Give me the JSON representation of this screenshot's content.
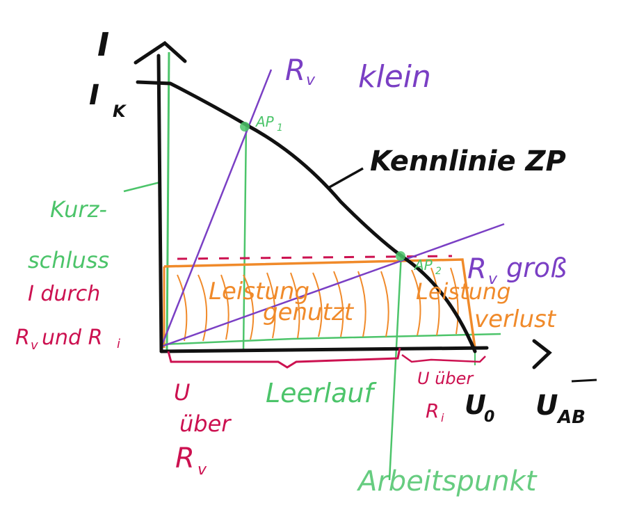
{
  "labels": {
    "y_axis": "I",
    "ik": "I",
    "ik_sub": "K",
    "x_axis": "U",
    "x_axis_sub": "AB",
    "rv_small": "R",
    "rv_small_sub": "v",
    "rv_small_word": "klein",
    "ap1": "AP",
    "ap1_sub": "1",
    "ap2": "AP",
    "ap2_sub": "2",
    "curve_label": "Kennlinie ZP",
    "rv_large": "R",
    "rv_large_sub": "v",
    "rv_large_word": "groß",
    "kurzschluss_1": "Kurz-",
    "kurzschluss_2": "schluss",
    "i_durch_1": "I durch",
    "i_durch_2": "R",
    "i_durch_2b": "v",
    "i_durch_3": "und R",
    "i_durch_3b": "i",
    "leistung_gen_1": "Leistung",
    "leistung_gen_2": "genutzt",
    "leistung_ver_1": "Leistung",
    "leistung_ver_2": "verlust",
    "leerlauf": "Leerlauf",
    "u_ueber_rv_1": "U",
    "u_ueber_rv_2": "über",
    "u_ueber_rv_3": "R",
    "u_ueber_rv_3b": "v",
    "u_ueber_ri_1": "U über",
    "u_ueber_ri_2": "R",
    "u_ueber_ri_2b": "i",
    "u0": "U",
    "u0_sub": "0",
    "arbeitspunkt": "Arbeitspunkt"
  },
  "colors": {
    "black": "#111111",
    "purple": "#7a3fc4",
    "green": "#4cc46a",
    "orange": "#f08a2a",
    "magenta": "#cc1150"
  }
}
